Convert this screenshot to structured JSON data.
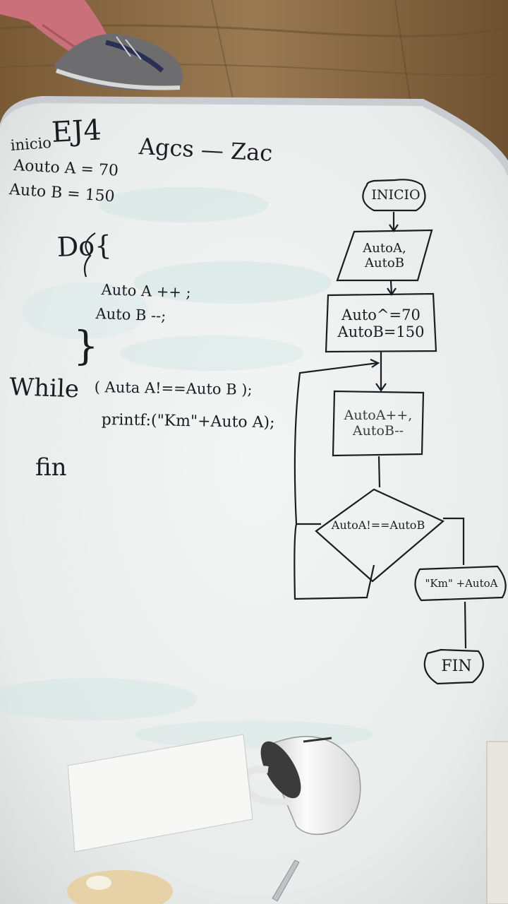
{
  "left_code": {
    "title": "EJ4",
    "authors": "Agcs — Zac",
    "inicio": "inicio",
    "line_a": "Aouto A = 70",
    "line_b": "Auto B = 150",
    "do_keyword": "Do{",
    "increment": "Auto A ++ ;",
    "decrement": "Auto B --;",
    "close_brace": "}",
    "while_keyword": "While",
    "while_condition": "( Auta A!==Auto B );",
    "printf": "printf:(\"Km\"+Auto A);",
    "fin": "fin"
  },
  "flowchart": {
    "start_label": "INICIO",
    "input_line1": "AutoA,",
    "input_line2": "AutoB",
    "assign_line1": "Auto^=70",
    "assign_line2": "AutoB=150",
    "loop_line1": "AutoA++,",
    "loop_line2": "AutoB--",
    "decision_label": "AutoA!==AutoB",
    "output_label": "\"Km\" +AutoA",
    "end_label": "FIN"
  },
  "colors": {
    "floor": "#8a6a45",
    "board": "#eef1f0",
    "ink": "#1c1c22",
    "board_frame": "#c9ccd0",
    "mug": "#f4f4f4"
  }
}
